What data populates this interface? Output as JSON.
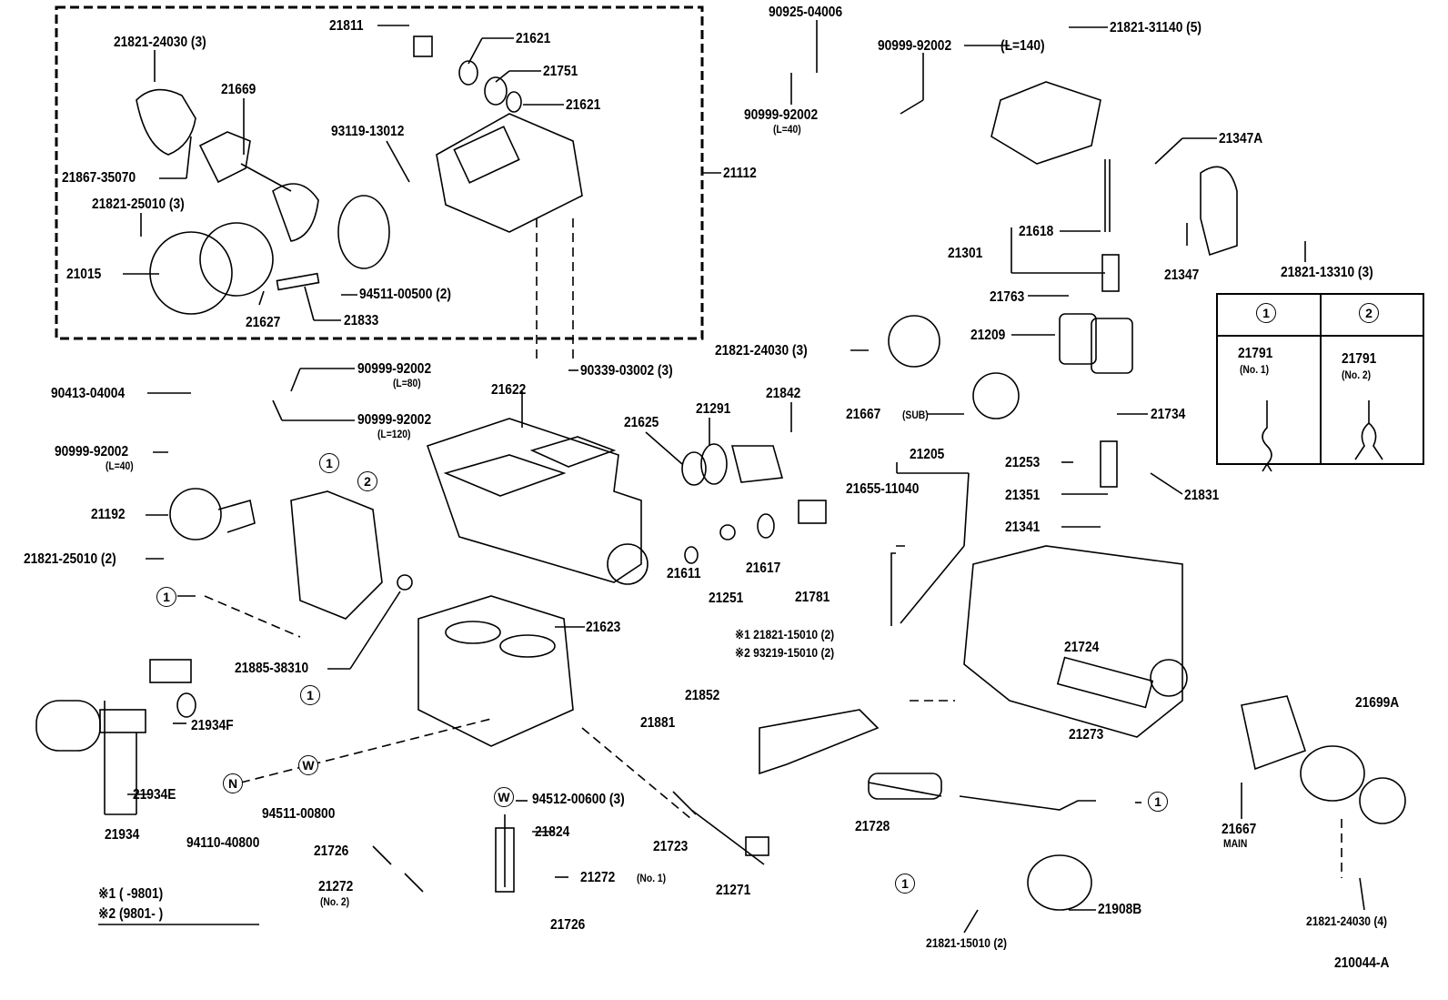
{
  "diagram_id": "210044-A",
  "labels": {
    "p21821_24030_3a": "21821-24030 (3)",
    "p21669": "21669",
    "p21867_35070": "21867-35070",
    "p21821_25010_3": "21821-25010 (3)",
    "p21015": "21015",
    "p21627": "21627",
    "p21833": "21833",
    "p94511_00500": "94511-00500 (2)",
    "p93119_13012": "93119-13012",
    "p21811": "21811",
    "p21621a": "21621",
    "p21751": "21751",
    "p21621b": "21621",
    "p21112": "21112",
    "p90925_04006": "90925-04006",
    "p90999_92002_140": "90999-92002",
    "l140": "(L=140)",
    "p21821_31140": "21821-31140 (5)",
    "p90999_92002_40a": "90999-92002",
    "l40a": "(L=40)",
    "p21347A": "21347A",
    "p21618": "21618",
    "p21301": "21301",
    "p21347": "21347",
    "p21821_13310": "21821-13310 (3)",
    "p21763": "21763",
    "p21209": "21209",
    "p21821_24030_3b": "21821-24030 (3)",
    "p21667sub": "21667",
    "sub": "(SUB)",
    "p21734": "21734",
    "p21842": "21842",
    "p21291": "21291",
    "p21625": "21625",
    "p21622": "21622",
    "p90339_03002": "90339-03002 (3)",
    "p90413_04004": "90413-04004",
    "p90999_92002_80": "90999-92002",
    "l80": "(L=80)",
    "p90999_92002_120": "90999-92002",
    "l120": "(L=120)",
    "p90999_92002_40b": "90999-92002",
    "l40b": "(L=40)",
    "p21192": "21192",
    "p21821_25010_2": "21821-25010 (2)",
    "p21205": "21205",
    "p21655_11040": "21655-11040",
    "p21253": "21253",
    "p21351": "21351",
    "p21831": "21831",
    "p21341": "21341",
    "p21611": "21611",
    "p21617": "21617",
    "p21251": "21251",
    "p21781": "21781",
    "p21623": "21623",
    "p21821_15010_a": "※1 21821-15010 (2)",
    "p93219_15010": "※2 93219-15010 (2)",
    "p21724": "21724",
    "p21885_38310": "21885-38310",
    "p21852": "21852",
    "p21881": "21881",
    "p21934F": "21934F",
    "p21273": "21273",
    "p21699A": "21699A",
    "p21934E": "21934E",
    "p21934": "21934",
    "p94511_00800": "94511-00800",
    "p94512_00600": "94512-00600 (3)",
    "p94110_40800": "94110-40800",
    "p21824": "21824",
    "p21728": "21728",
    "p21723": "21723",
    "p21726a": "21726",
    "p21667main": "21667",
    "main": "MAIN",
    "p21272no1": "21272",
    "no1": "(No. 1)",
    "p21271": "21271",
    "p21272no2": "21272",
    "no2": "(No. 2)",
    "p21908B": "21908B",
    "p21726b": "21726",
    "p21821_15010_b": "21821-15010 (2)",
    "p21821_24030_4": "21821-24030 (4)"
  },
  "markers": {
    "one": "1",
    "two": "2",
    "n": "N",
    "w": "W"
  },
  "footnotes": {
    "note1": "※1 (      -9801)",
    "note2": "※2 (9801-      )"
  },
  "clip_table": {
    "col1_header": "1",
    "col2_header": "2",
    "col1_part": "21791",
    "col1_sub": "(No. 1)",
    "col2_part": "21791",
    "col2_sub": "(No. 2)"
  }
}
